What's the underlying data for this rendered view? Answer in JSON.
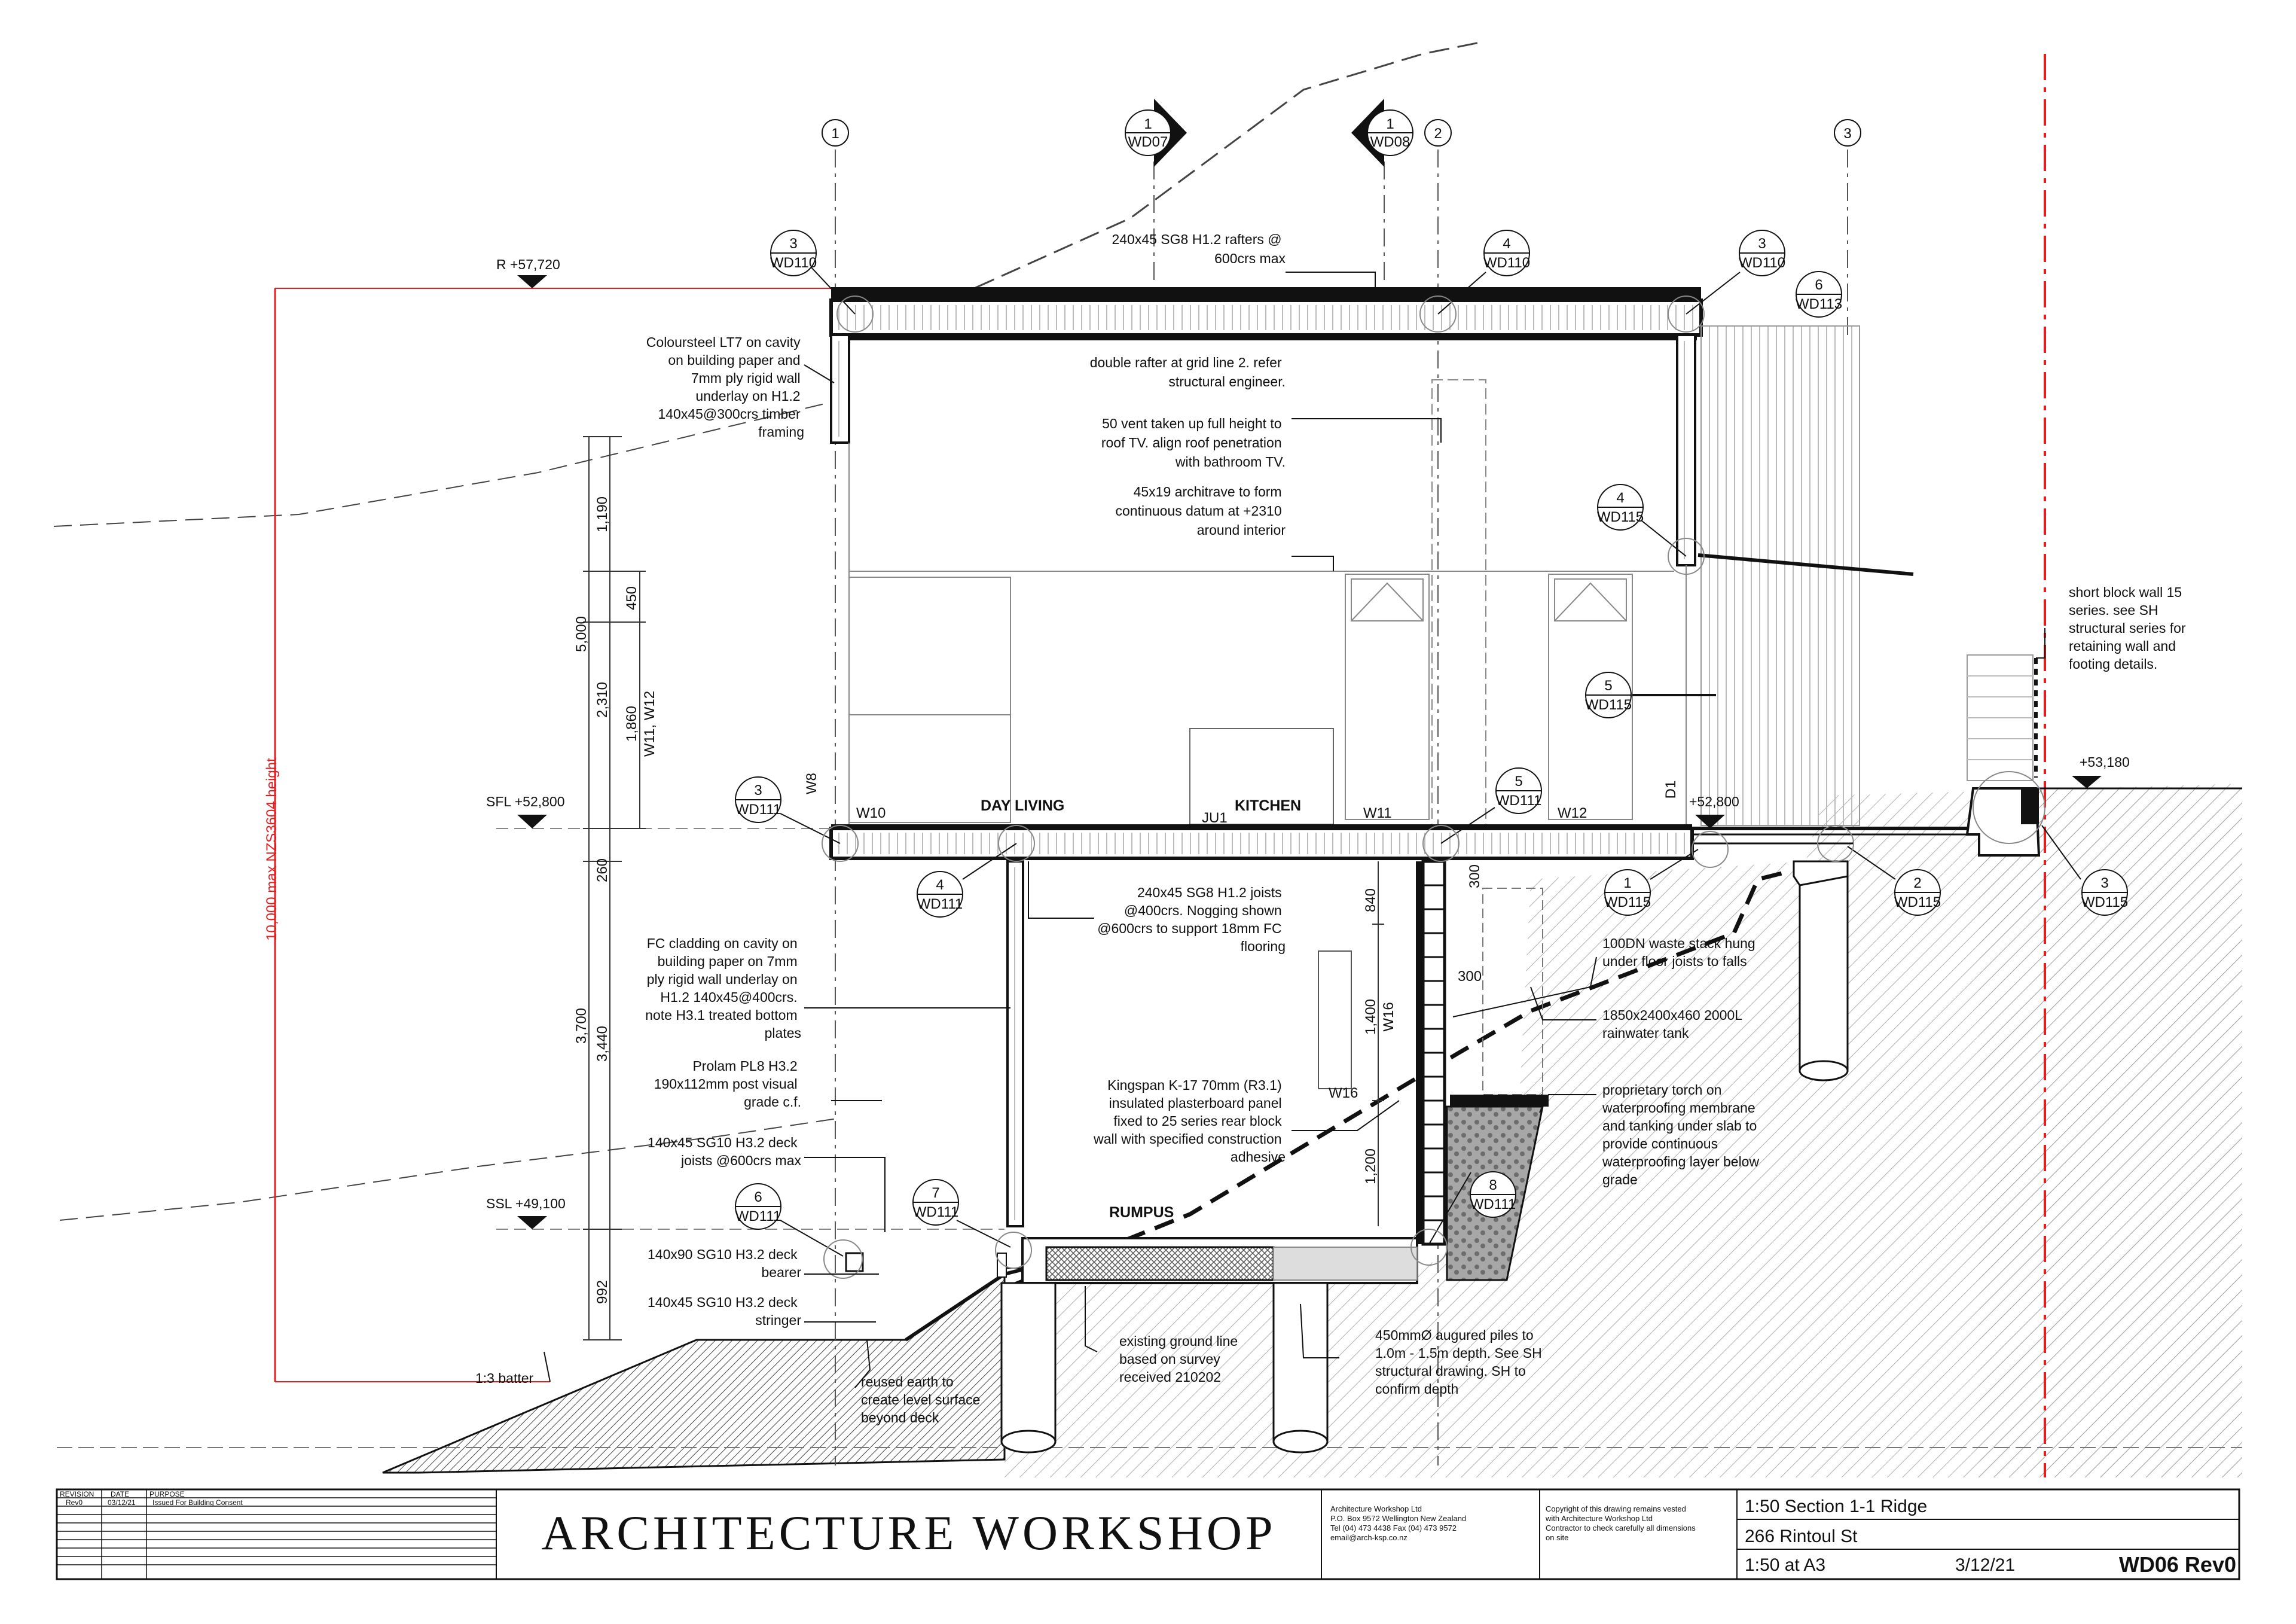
{
  "grid_lines": [
    "1",
    "2",
    "3"
  ],
  "section_markers": [
    {
      "num": "1",
      "sheet": "WD07"
    },
    {
      "num": "1",
      "sheet": "WD08"
    }
  ],
  "levels": {
    "roof": "R +57,720",
    "sfl": "SFL +52,800",
    "ssl": "SSL +49,100",
    "ground_right": "+53,180",
    "deck_right": "+52,800"
  },
  "height_limit": "10,000 max NZS3604 height",
  "dimensions": {
    "d_1190": "1,190",
    "d_5000": "5,000",
    "d_450": "450",
    "d_2310": "2,310",
    "d_1860": "1,860",
    "d_w11w12": "W11, W12",
    "d_260": "260",
    "d_3700": "3,700",
    "d_3440": "3,440",
    "d_992": "992",
    "d_840": "840",
    "d_1400": "1,400",
    "d_w16": "W16",
    "d_1200": "1,200",
    "d_300a": "300",
    "d_300b": "300"
  },
  "rooms": {
    "day_living": "DAY LIVING",
    "kitchen": "KITCHEN",
    "rumpus": "RUMPUS"
  },
  "window_tags": {
    "w8": "W8",
    "w10": "W10",
    "ju1": "JU1",
    "w11": "W11",
    "w12": "W12",
    "d1": "D1",
    "w16": "W16"
  },
  "detail_bubbles": [
    {
      "num": "3",
      "sheet": "WD110"
    },
    {
      "num": "4",
      "sheet": "WD110"
    },
    {
      "num": "3",
      "sheet": "WD110"
    },
    {
      "num": "6",
      "sheet": "WD113"
    },
    {
      "num": "4",
      "sheet": "WD115"
    },
    {
      "num": "5",
      "sheet": "WD115"
    },
    {
      "num": "3",
      "sheet": "WD111"
    },
    {
      "num": "4",
      "sheet": "WD111"
    },
    {
      "num": "5",
      "sheet": "WD111"
    },
    {
      "num": "1",
      "sheet": "WD115"
    },
    {
      "num": "2",
      "sheet": "WD115"
    },
    {
      "num": "3",
      "sheet": "WD115"
    },
    {
      "num": "6",
      "sheet": "WD111"
    },
    {
      "num": "7",
      "sheet": "WD111"
    },
    {
      "num": "8",
      "sheet": "WD111"
    }
  ],
  "notes": {
    "rafters": [
      "240x45 SG8 H1.2 rafters @",
      "600crs max"
    ],
    "colorsteel": [
      "Coloursteel LT7 on cavity",
      "on building paper and",
      "7mm ply rigid wall",
      "underlay on  H1.2",
      "140x45@300crs timber",
      "framing"
    ],
    "double_rafter": [
      "double rafter at grid line 2. refer",
      "structural engineer."
    ],
    "vent": [
      "50 vent taken up full height to",
      "roof TV. align roof penetration",
      "with bathroom TV."
    ],
    "architrave": [
      "45x19 architrave to form",
      "continuous datum at +2310",
      "around interior"
    ],
    "block_wall": [
      "short block wall 15",
      "series. see SH",
      "structural series for",
      "retaining wall and",
      "footing details."
    ],
    "joists": [
      "240x45 SG8 H1.2 joists",
      "@400crs. Nogging shown",
      "@600crs to support 18mm FC",
      "flooring"
    ],
    "fc_cladding": [
      "FC cladding on cavity on",
      "building paper on 7mm",
      "ply rigid wall underlay on",
      "H1.2 140x45@400crs.",
      "note H3.1 treated bottom",
      "plates"
    ],
    "prolam": [
      "Prolam PL8 H3.2",
      "190x112mm post visual",
      "grade c.f."
    ],
    "deck_joists": [
      "140x45 SG10 H3.2 deck",
      "joists @600crs max"
    ],
    "kingspan": [
      "Kingspan K-17 70mm (R3.1)",
      "insulated plasterboard panel",
      "fixed to 25 series rear block",
      "wall with specified construction",
      "adhesive"
    ],
    "waste": [
      "100DN waste stack hung",
      "under floor joists to falls"
    ],
    "tank": [
      "1850x2400x460 2000L",
      "rainwater tank"
    ],
    "waterproof": [
      "proprietary torch on",
      "waterproofing membrane",
      "and tanking under slab to",
      "provide continuous",
      "waterproofing layer below",
      "grade"
    ],
    "bearer": [
      "140x90 SG10 H3.2 deck",
      "bearer"
    ],
    "stringer": [
      "140x45 SG10 H3.2 deck",
      "stringer"
    ],
    "batter": "1:3 batter",
    "ground_line": [
      "existing ground line",
      "based on survey",
      "received  210202"
    ],
    "reused_earth": [
      "reused earth to",
      "create level surface",
      "beyond deck"
    ],
    "piles": [
      "450mmØ augured piles to",
      "1.0m - 1.5m depth. See SH",
      "structural drawing. SH to",
      "confirm depth"
    ]
  },
  "title_block": {
    "rev_headers": [
      "REVISION",
      "DATE",
      "PURPOSE"
    ],
    "rev_row": [
      "Rev0",
      "03/12/21",
      "Issued For Building Consent"
    ],
    "firm": "ARCHITECTURE WORKSHOP",
    "address": [
      "Architecture Workshop Ltd",
      "P.O. Box 9572 Wellington New Zealand",
      "Tel (04) 473 4438  Fax (04) 473 9572",
      "email@arch-ksp.co.nz"
    ],
    "copyright": [
      "Copyright of this drawing remains vested",
      "with Architecture Workshop Ltd",
      "Contractor to check carefully all dimensions",
      "on site"
    ],
    "drawing_title": "1:50 Section 1-1 Ridge",
    "project": "266 Rintoul St",
    "scale": "1:50 at A3",
    "date": "3/12/21",
    "sheet": "WD06 Rev0"
  },
  "colors": {
    "line": "#111111",
    "setback": "#e02020",
    "grey": "#808080",
    "ground_fill": "#bdbdbd"
  }
}
